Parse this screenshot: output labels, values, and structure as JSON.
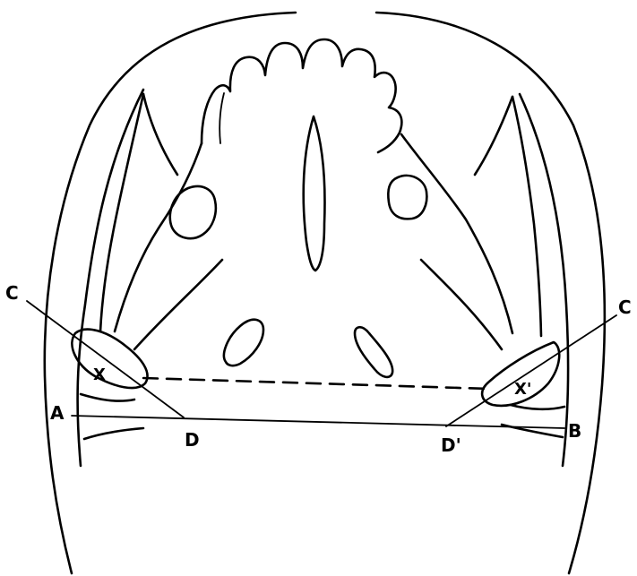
{
  "labels": {
    "C_left": "C",
    "C_right": "C",
    "X_left": "X",
    "X_right": "X'",
    "A": "A",
    "B": "B",
    "D": "D",
    "D_prime": "D'"
  }
}
